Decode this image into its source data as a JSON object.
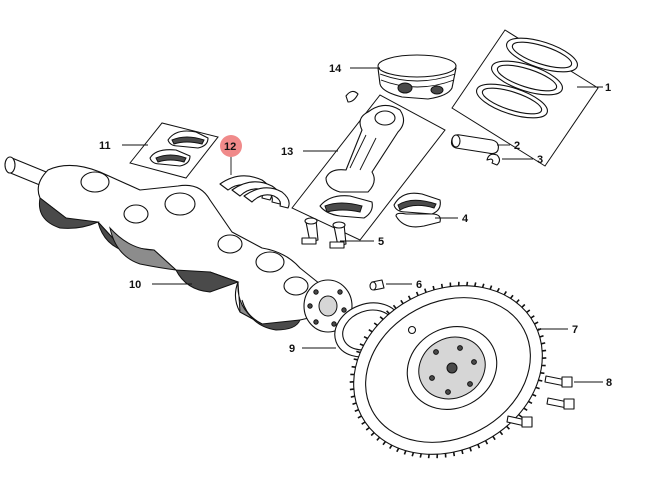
{
  "callouts": [
    {
      "id": "1",
      "text": "1"
    },
    {
      "id": "2",
      "text": "2"
    },
    {
      "id": "3",
      "text": "3"
    },
    {
      "id": "4",
      "text": "4"
    },
    {
      "id": "5",
      "text": "5"
    },
    {
      "id": "6",
      "text": "6"
    },
    {
      "id": "7",
      "text": "7"
    },
    {
      "id": "8",
      "text": "8"
    },
    {
      "id": "9",
      "text": "9"
    },
    {
      "id": "10",
      "text": "10"
    },
    {
      "id": "11",
      "text": "11"
    },
    {
      "id": "12",
      "text": "12"
    },
    {
      "id": "13",
      "text": "13"
    },
    {
      "id": "14",
      "text": "14"
    }
  ],
  "highlighted_callout": "12",
  "colors": {
    "highlight": "#f08a8a",
    "line": "#111111",
    "shade": "#4a4a4a"
  }
}
